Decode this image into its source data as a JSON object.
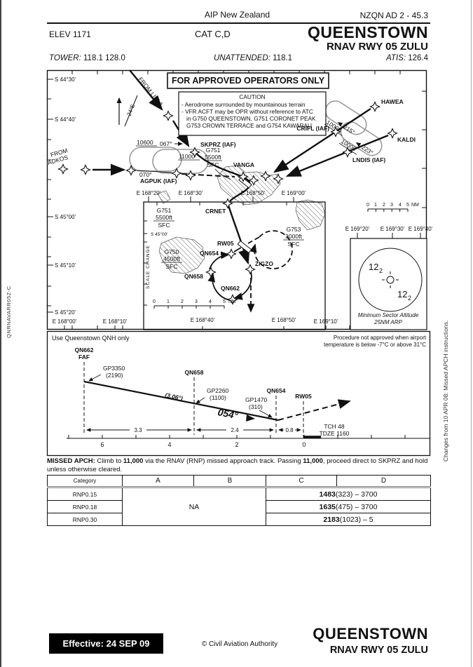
{
  "header": {
    "aip": "AIP New Zealand",
    "ref": "NZQN AD 2 - 45.3",
    "elev": "ELEV 1171",
    "cat": "CAT C,D",
    "airport": "QUEENSTOWN",
    "procedure": "RNAV RWY 05 ZULU",
    "tower_label": "TOWER:",
    "tower_value": "118.1  128.0",
    "unattended_label": "UNATTENDED:",
    "unattended_value": "118.1",
    "atis_label": "ATIS:",
    "atis_value": "126.4"
  },
  "margins": {
    "left_code": "QNRNAVARR05Z-C",
    "right_note": "Changes from 10 APR 08: Missed APCH instructions."
  },
  "plan": {
    "approved": "FOR APPROVED OPERATORS ONLY",
    "caution": {
      "title": "CAUTION",
      "line1": "- Aerodrome surrounded by mountainous terrain",
      "line2": "- VFR ACFT may be OPR without reference to ATC",
      "line3": "in G750 QUEENSTOWN, G751 CORONET PEAK",
      "line4": "G753 CROWN TERRACE and G754 KAWARAU"
    },
    "variation": "24°E",
    "from_libla": "FROM LIBLA",
    "from_adkos_1": "FROM",
    "from_adkos_2": "ADKOS",
    "fix_skprz": "SKPRZ (IAF)",
    "fix_agpuk": "AGPUK (IAF)",
    "fix_crifl": "CRIFL (IAF)",
    "fix_lndis": "LNDIS (IAF)",
    "fix_hawea": "HAWEA",
    "fix_kaldi": "KALDI",
    "fix_vanga": "VANGA",
    "fix_crnet": "CRNET",
    "fix_rw05": "RW05",
    "fix_qn654": "QN654",
    "fix_qn658": "QN658",
    "fix_qn662": "QN662",
    "fix_zigzo": "ZIGZO",
    "crs_067": "067°",
    "crs_070": "070°",
    "crs_215": "215°",
    "crs_223": "223°",
    "alt_10600": "10600",
    "alt_11000": "11000",
    "alt_10000a": "10000",
    "alt_10000b": "10000",
    "g751": {
      "name": "G751",
      "alt": "5500ft",
      "sfc": "SFC"
    },
    "g751_inset": {
      "name": "G751",
      "alt": "5500ft",
      "sfc": "SFC"
    },
    "g750": {
      "name": "G750",
      "alt": "4500ft",
      "sfc": "SFC"
    },
    "g753": {
      "name": "G753",
      "alt": "3000ft",
      "sfc": "SFC"
    },
    "lat": [
      "S 44°30'",
      "S 44°40'",
      "S 45°00'",
      "S 45°10'",
      "S 45°20'"
    ],
    "lon_bottom": [
      "E 168°00'",
      "E 168°10'",
      "E 169°10'"
    ],
    "lon_mid": [
      "E 168°20'",
      "E 168°30'",
      "E 168°50'",
      "E 169°00'"
    ],
    "lon_msa": [
      "E 169°20'",
      "E 169°30'",
      "E 169°40'"
    ],
    "inset": {
      "scale_change": "SCALE CHANGE",
      "lat": "S 45°00'",
      "lon": [
        "E 168°40'",
        "E 168°50'"
      ]
    },
    "scale": {
      "t0": "0",
      "t1": "1",
      "t2": "2",
      "t3": "3",
      "t4": "4",
      "t5": "5",
      "unit": "NM"
    },
    "msa": {
      "v1": "12",
      "v1s": "2",
      "v2": "12",
      "v2s": "2",
      "cap1": "Minimum Sector Altitude",
      "cap2": "25NM ARP"
    }
  },
  "profile": {
    "qnh_note": "Use Queenstown QNH only",
    "temp_note1": "Procedure not approved when airport",
    "temp_note2": "temperature is below -7°C or above 31°C",
    "fix1": "QN662",
    "fix1b": "FAF",
    "fix2": "QN658",
    "fix3": "QN654",
    "fix4": "RW05",
    "gp1": "GP3350",
    "gp1h": "(2190)",
    "gp2": "GP2260",
    "gp2h": "(1100)",
    "gp3": "GP1470",
    "gp3h": "(310)",
    "angle": "(3.06°)",
    "course": "054°",
    "tch": "TCH 48",
    "tdze": "TDZE 1160",
    "d1": "3.3",
    "d2": "2.4",
    "d3": "0.8",
    "ax6": "6",
    "ax4": "4",
    "ax2": "2",
    "ax0": "0"
  },
  "missed": {
    "label": "MISSED APCH:",
    "t1": "  Climb to ",
    "alt1": "11,000",
    "t2": " via the RNAV (RNP) missed approach track. Passing ",
    "alt2": "11,000",
    "t3": ", proceed direct to SKPRZ and hold unless otherwise cleared."
  },
  "minima": {
    "h_cat": "Category",
    "h_a": "A",
    "h_b": "B",
    "h_c": "C",
    "h_d": "D",
    "na": "NA",
    "rows": [
      {
        "cat": "RNP0.15",
        "da": "1483",
        "hat": "(323)",
        "vis": " – 3700"
      },
      {
        "cat": "RNP0.18",
        "da": "1635",
        "hat": "(475)",
        "vis": " – 3700"
      },
      {
        "cat": "RNP0.30",
        "da": "2183",
        "hat": "(1023)",
        "vis": " – 5"
      }
    ]
  },
  "footer": {
    "effective": "Effective: 24 SEP 09",
    "copyright": "© Civil Aviation Authority",
    "airport": "QUEENSTOWN",
    "procedure": "RNAV RWY 05 ZULU"
  }
}
